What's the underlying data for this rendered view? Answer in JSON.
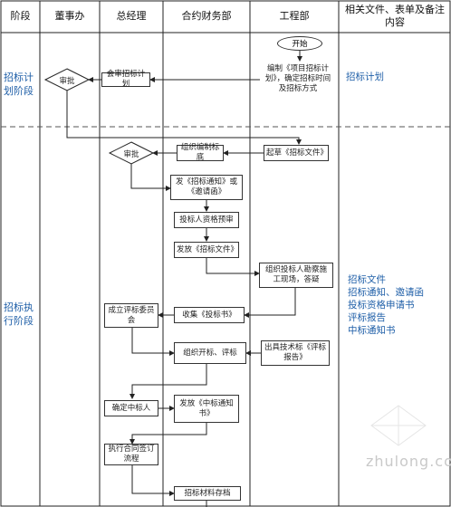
{
  "headers": [
    "阶段",
    "董事办",
    "总经理",
    "合约财务部",
    "工程部",
    "相关文件、表单及备注内容"
  ],
  "stages": {
    "planning": "招标计划阶段",
    "execution": "招标执行阶段"
  },
  "nodes": {
    "start": "开始",
    "compile_plan": "编制《项目招标计划》，确定招标时间及招标方式",
    "countersign_plan": "会审招标计划",
    "approve_1": "审批",
    "draft_docs": "起草《招标文件》",
    "organize_bid_docs": "组织编制标底",
    "approve_2": "审批",
    "issue_notice": "发《招标通知》或《邀请函》",
    "prequalify": "投标人资格预审",
    "distribute_docs": "发放《招标文件》",
    "site_visit": "组织投标人勘察施工现场，答疑",
    "collect_bids": "收集《投标书》",
    "form_committee": "成立评标委员会",
    "open_evaluate": "组织开标、评标",
    "tech_review": "出具技术标《评标报告》",
    "decide_winner": "确定中标人",
    "issue_award": "发放《中标通知书》",
    "sign_contract": "执行合同签订流程",
    "archive": "招标材料存档"
  },
  "notes": {
    "planning": [
      "招标计划"
    ],
    "execution": [
      "招标文件",
      "招标通知、邀请函",
      "投标资格申请书",
      "评标报告",
      "中标通知书"
    ]
  },
  "watermark": "zhulong.com"
}
